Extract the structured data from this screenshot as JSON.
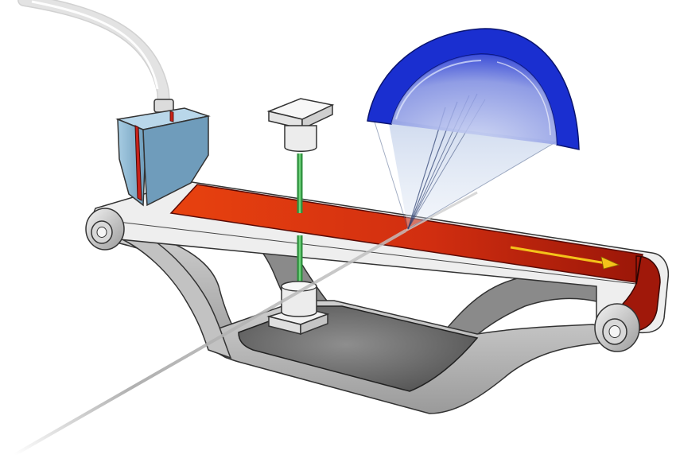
{
  "diagram": {
    "components": [
      {
        "id": "supply-hose",
        "icon": "hose-icon"
      },
      {
        "id": "dispensing-nozzle",
        "icon": "nozzle-icon"
      },
      {
        "id": "conveyor-belt",
        "icon": "belt-icon"
      },
      {
        "id": "left-roller",
        "icon": "roller-icon"
      },
      {
        "id": "right-roller",
        "icon": "roller-icon"
      },
      {
        "id": "support-frame",
        "icon": "frame-icon"
      },
      {
        "id": "laser-emitter",
        "icon": "emitter-icon"
      },
      {
        "id": "laser-receiver",
        "icon": "detector-icon"
      },
      {
        "id": "x-ray-beam",
        "icon": "beam-icon"
      },
      {
        "id": "area-detector",
        "icon": "detector-dome-icon"
      },
      {
        "id": "flow-direction-arrow",
        "icon": "arrow-right-icon"
      }
    ],
    "colors": {
      "belt": "#d43512",
      "belt_dark": "#8f1208",
      "nozzle": "#9cc4dc",
      "laser": "#3aa84a",
      "detector": "#1a2fd0",
      "arrow": "#f4c21a",
      "frame": "#b9b9b9",
      "frame_dark": "#6b6b6b"
    }
  }
}
